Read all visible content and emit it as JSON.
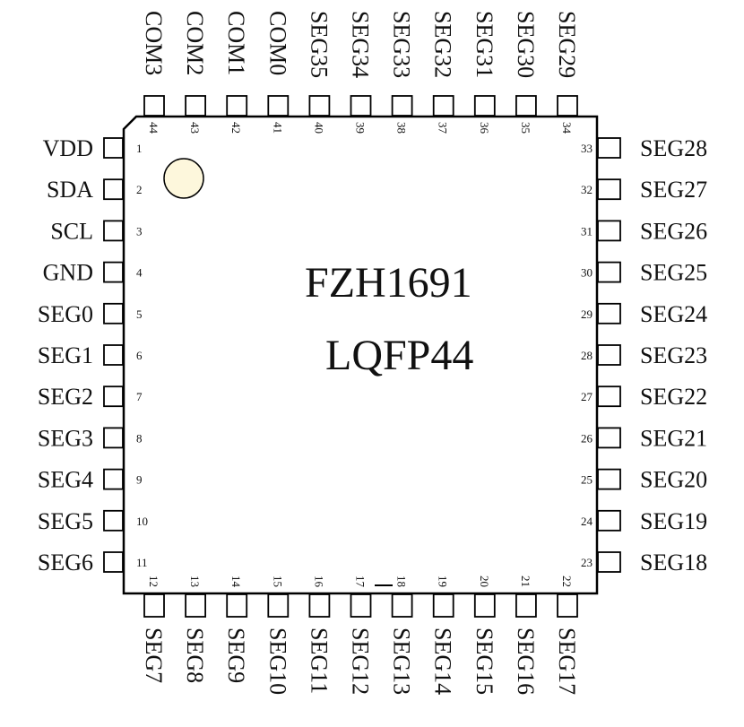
{
  "chip": {
    "name": "FZH1691",
    "package": "LQFP44",
    "pin1_marker_color": "#fdf7dc"
  },
  "pins": {
    "left": [
      {
        "num": "1",
        "label": "VDD"
      },
      {
        "num": "2",
        "label": "SDA"
      },
      {
        "num": "3",
        "label": "SCL"
      },
      {
        "num": "4",
        "label": "GND"
      },
      {
        "num": "5",
        "label": "SEG0"
      },
      {
        "num": "6",
        "label": "SEG1"
      },
      {
        "num": "7",
        "label": "SEG2"
      },
      {
        "num": "8",
        "label": "SEG3"
      },
      {
        "num": "9",
        "label": "SEG4"
      },
      {
        "num": "10",
        "label": "SEG5"
      },
      {
        "num": "11",
        "label": "SEG6"
      }
    ],
    "bottom": [
      {
        "num": "12",
        "label": "SEG7"
      },
      {
        "num": "13",
        "label": "SEG8"
      },
      {
        "num": "14",
        "label": "SEG9"
      },
      {
        "num": "15",
        "label": "SEG10"
      },
      {
        "num": "16",
        "label": "SEG11"
      },
      {
        "num": "17",
        "label": "SEG12"
      },
      {
        "num": "18",
        "label": "SEG13"
      },
      {
        "num": "19",
        "label": "SEG14"
      },
      {
        "num": "20",
        "label": "SEG15"
      },
      {
        "num": "21",
        "label": "SEG16"
      },
      {
        "num": "22",
        "label": "SEG17"
      }
    ],
    "right": [
      {
        "num": "33",
        "label": "SEG28"
      },
      {
        "num": "32",
        "label": "SEG27"
      },
      {
        "num": "31",
        "label": "SEG26"
      },
      {
        "num": "30",
        "label": "SEG25"
      },
      {
        "num": "29",
        "label": "SEG24"
      },
      {
        "num": "28",
        "label": "SEG23"
      },
      {
        "num": "27",
        "label": "SEG22"
      },
      {
        "num": "26",
        "label": "SEG21"
      },
      {
        "num": "25",
        "label": "SEG20"
      },
      {
        "num": "24",
        "label": "SEG19"
      },
      {
        "num": "23",
        "label": "SEG18"
      }
    ],
    "top": [
      {
        "num": "44",
        "label": "COM3"
      },
      {
        "num": "43",
        "label": "COM2"
      },
      {
        "num": "42",
        "label": "COM1"
      },
      {
        "num": "41",
        "label": "COM0"
      },
      {
        "num": "40",
        "label": "SEG35"
      },
      {
        "num": "39",
        "label": "SEG34"
      },
      {
        "num": "38",
        "label": "SEG33"
      },
      {
        "num": "37",
        "label": "SEG32"
      },
      {
        "num": "36",
        "label": "SEG31"
      },
      {
        "num": "35",
        "label": "SEG30"
      },
      {
        "num": "34",
        "label": "SEG29"
      }
    ]
  }
}
